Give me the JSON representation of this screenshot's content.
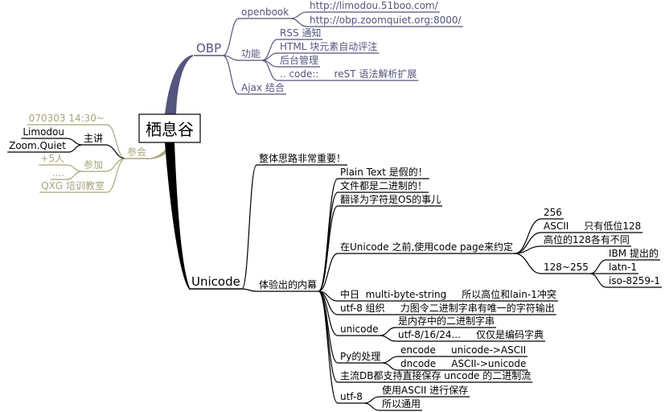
{
  "root": "栖息谷",
  "colors": {
    "obp": "#55557f",
    "meeting": "#a8a47c",
    "unicode": "#000000"
  },
  "obp": {
    "label": "OBP",
    "openbook": {
      "label": "openbook",
      "urls": [
        "http://limodou.51boo.com/",
        "http://obp.zoomquiet.org:8000/"
      ]
    },
    "features": {
      "label": "功能",
      "items": [
        "RSS 通知",
        "HTML 块元素自动评注",
        "后台管理",
        ".. code::     reST 语法解析扩展"
      ]
    },
    "ajax": "Ajax 结合"
  },
  "meeting": {
    "label": "参会",
    "time": "070303 14:30~",
    "speakers": {
      "label": "主讲",
      "names": [
        "Limodou",
        "Zoom.Quiet"
      ]
    },
    "attend": {
      "label": "参加",
      "items": [
        "+5人",
        "...."
      ]
    },
    "place": "QXG 培训教室"
  },
  "unicode": {
    "label": "Unicode",
    "overall": "整体思路非常重要！",
    "inside": {
      "label": "体验出的内幕",
      "plain": "Plain Text 是假的！",
      "binary": "文件都是二进制的！",
      "os": "翻译为字符是OS的事儿",
      "codepage": {
        "label": "在Unicode 之前,使用code page来约定",
        "n256": "256",
        "ascii": "ASCII     只有低位128",
        "high": "高位的128各有不同",
        "range": {
          "label": "128~255",
          "items": [
            "IBM 提出的",
            "latn-1",
            "iso-8259-1"
          ]
        }
      },
      "cjk": "中日  multi-byte-string     所以高位和lain-1冲突",
      "utf8org": "utf-8 组织     力图令二进制字串有唯一的字符输出",
      "uni": {
        "label": "unicode",
        "items": [
          "是内存中的二进制字串",
          "utf-8/16/24...     仅仅是编码字典"
        ]
      },
      "py": {
        "label": "Py的处理",
        "items": [
          "encode     unicode->ASCII",
          "dncode     ASCII->unicode"
        ]
      },
      "db": "主流DB都支持直接保存 uncode 的二进制流",
      "utf8": {
        "label": "utf-8",
        "items": [
          "使用ASCII 进行保存",
          "所以通用"
        ]
      }
    }
  }
}
